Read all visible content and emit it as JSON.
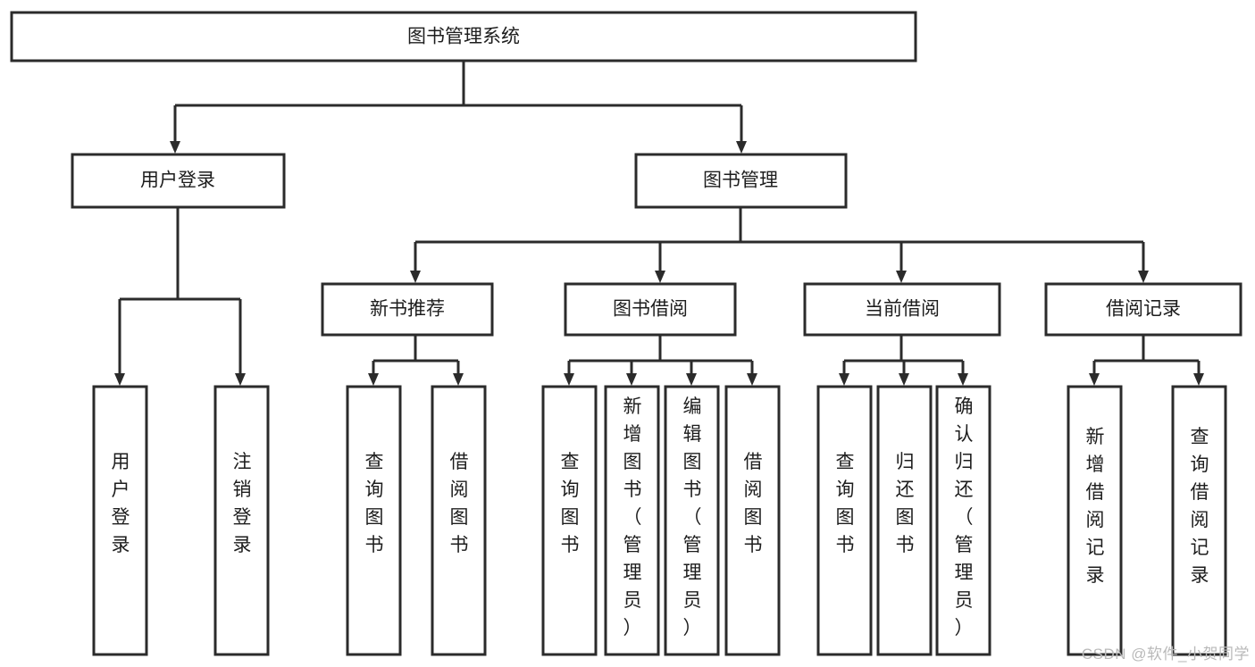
{
  "diagram": {
    "title": "图书管理系统",
    "type": "tree-hierarchy",
    "background_color": "#ffffff",
    "line_color": "#2b2b2b",
    "text_color": "#1d1d1d",
    "root": {
      "label": "图书管理系统"
    },
    "level2": [
      {
        "label": "用户登录"
      },
      {
        "label": "图书管理"
      }
    ],
    "level3": [
      {
        "label": "新书推荐"
      },
      {
        "label": "图书借阅"
      },
      {
        "label": "当前借阅"
      },
      {
        "label": "借阅记录"
      }
    ],
    "leaves_user_login": [
      {
        "label": "用户登录"
      },
      {
        "label": "注销登录"
      }
    ],
    "leaves_new_book": [
      {
        "label": "查询图书"
      },
      {
        "label": "借阅图书"
      }
    ],
    "leaves_borrow": [
      {
        "label": "查询图书"
      },
      {
        "label": "新增图书（管理员）"
      },
      {
        "label": "编辑图书（管理员）"
      },
      {
        "label": "借阅图书"
      }
    ],
    "leaves_current": [
      {
        "label": "查询图书"
      },
      {
        "label": "归还图书"
      },
      {
        "label": "确认归还（管理员）"
      }
    ],
    "leaves_record": [
      {
        "label": "新增借阅记录"
      },
      {
        "label": "查询借阅记录"
      }
    ]
  },
  "watermark": {
    "text": "CSDN @软件_小贺同学"
  }
}
